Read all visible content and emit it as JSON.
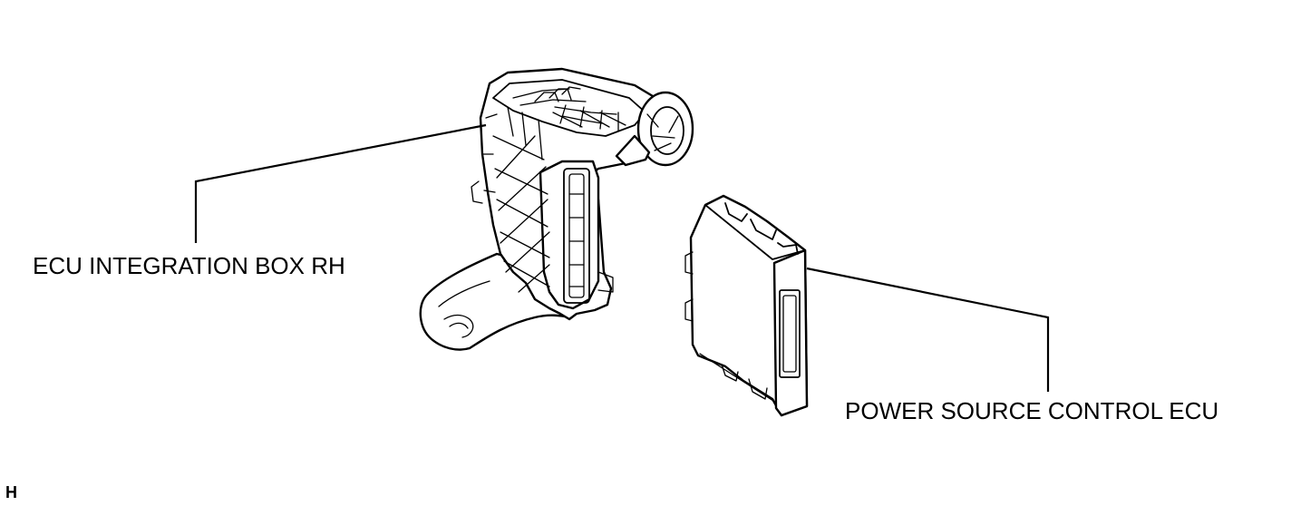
{
  "labels": {
    "ecu_integration_box": "ECU INTEGRATION BOX RH",
    "power_source_control_ecu": "POWER SOURCE CONTROL ECU",
    "corner_mark": "H"
  },
  "colors": {
    "line": "#000000",
    "background": "#ffffff"
  }
}
